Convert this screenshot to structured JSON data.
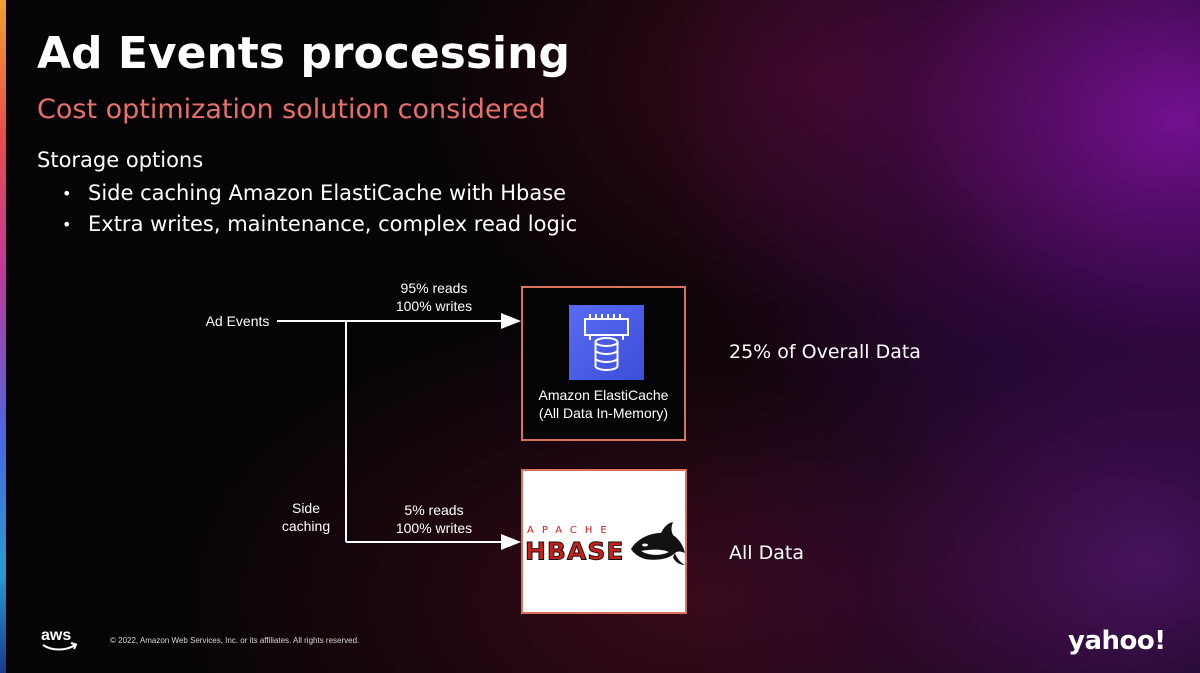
{
  "slide": {
    "title": "Ad Events processing",
    "subtitle": "Cost optimization solution considered",
    "heading": "Storage options",
    "bullets": [
      "Side caching Amazon ElastiCache with Hbase",
      "Extra writes, maintenance, complex read logic"
    ]
  },
  "diagram": {
    "source_label": "Ad Events",
    "side_label_line1": "Side",
    "side_label_line2": "caching",
    "top_edge_line1": "95% reads",
    "top_edge_line2": "100% writes",
    "bottom_edge_line1": "5% reads",
    "bottom_edge_line2": "100% writes",
    "cache_name": "Amazon ElastiCache",
    "cache_note": "(All Data In-Memory)",
    "hbase_apache": "APACHE",
    "hbase_word": "HBASE",
    "cache_share": "25% of Overall Data",
    "hbase_share": "All Data"
  },
  "footer": {
    "aws_logo": "aws",
    "copyright": "© 2022, Amazon Web Services, Inc. or its affiliates. All rights reserved.",
    "yahoo_logo": "yahoo!"
  },
  "colors": {
    "subtitle": "#e8706a",
    "box_border": "#d9725f",
    "elasticache_icon": "#4a5ce8",
    "hbase_red": "#c8201a"
  },
  "icons": [
    "elasticache-icon",
    "hbase-orca-icon",
    "aws-logo-icon",
    "yahoo-logo"
  ]
}
